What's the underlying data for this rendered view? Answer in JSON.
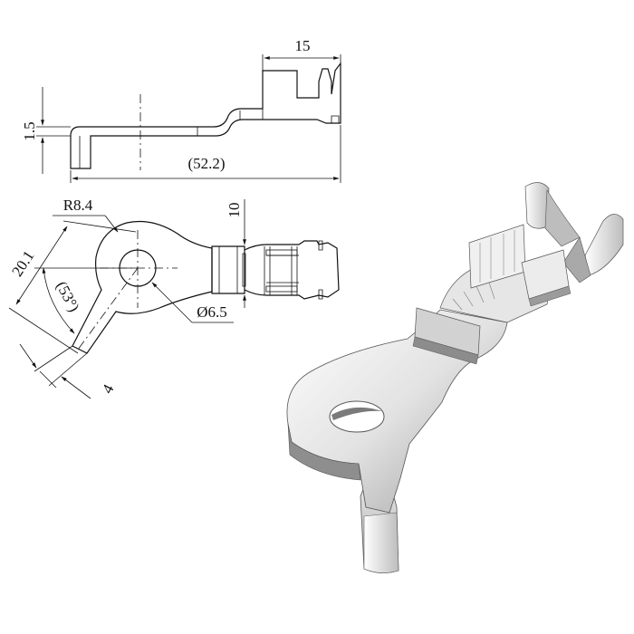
{
  "drawing": {
    "dimensions": {
      "barrel_length": "15",
      "thickness": "1.5",
      "overall_length": "(52.2)",
      "ring_radius": "R8.4",
      "barrel_width": "10",
      "tongue_length": "20.1",
      "bend_angle": "(53°)",
      "tip_width": "4",
      "hole_diameter": "Ø6.5"
    }
  }
}
